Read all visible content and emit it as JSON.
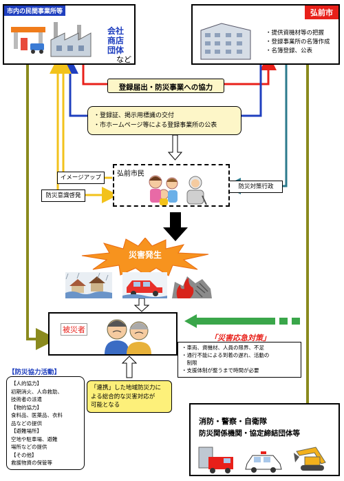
{
  "business": {
    "tag": "市内の民間事業所等",
    "types": [
      "会社",
      "商店",
      "団体"
    ],
    "suffix": "など"
  },
  "city": {
    "tag": "弘前市",
    "duties": [
      "・提供資機材等の把握",
      "・登録事業所の名簿作成",
      "・名簿登録、公表"
    ]
  },
  "flows": {
    "registration": "登録届出・防災事業への協力",
    "publication": [
      "・登録証、掲示用標識の交付",
      "・市ホームページ等による登録事業所の公表"
    ],
    "image_up": "イメージアップ",
    "awareness": "防災意識啓発",
    "admin": "防災対策行政"
  },
  "citizens": {
    "label": "弘前市民"
  },
  "disaster": {
    "label": "災害発生"
  },
  "victims": {
    "label": "被災者"
  },
  "emergency": {
    "title": "「災害応急対策」",
    "items": [
      "・車両、資機材、人員の限界、不足",
      "・通行不能による到着の遅れ、活動の",
      "　制限",
      "・支援体制が整うまで時間が必要"
    ]
  },
  "activities": {
    "title": "【防災協力活動】",
    "lines": [
      "【人的協力】",
      "初期消火、人命救助、",
      "技術者の派遣",
      "【物的協力】",
      "食料品、医薬品、衣料",
      "品などの提供",
      "【避難場所】",
      "空地や駐車場、避難",
      "場所などの提供",
      "【その他】",
      "救援物資の保管等"
    ]
  },
  "cooperation": {
    "lines": [
      "「連携」した地域防災力に",
      "よる総合的な災害対応が",
      "可能となる"
    ]
  },
  "responders": {
    "line1": "消防・警察・自衛隊",
    "line2": "防災関係機関・協定締結団体等"
  },
  "colors": {
    "olive": "#8a8a1e",
    "red": "#e8201a",
    "blue": "#1f3fbf",
    "yellow": "#f7e24a",
    "teal": "#2b7a8c",
    "green": "#3aa64a"
  }
}
